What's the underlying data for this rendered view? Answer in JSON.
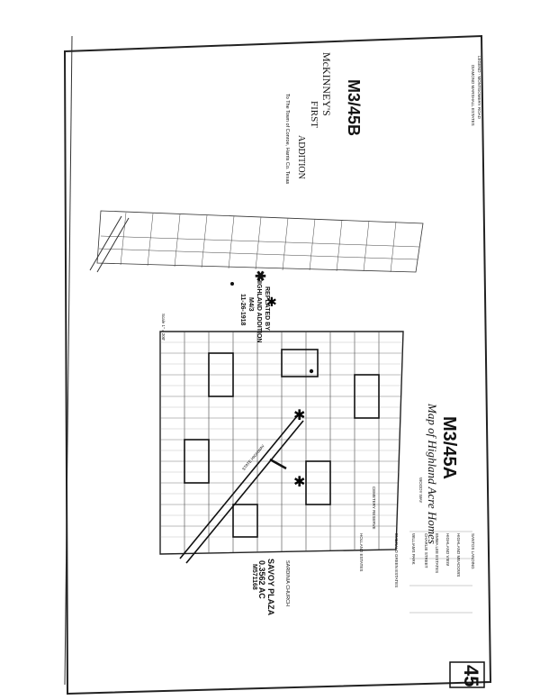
{
  "sheet": {
    "page_number": "45",
    "plat_upper_id": "M3/45B",
    "plat_upper_title_line1": "McKINNEY'S",
    "plat_upper_title_line2": "FIRST",
    "plat_upper_title_line3": "ADDITION",
    "plat_upper_subtitle": "To The Town of Conroe, Harris Co. Texas",
    "plat_lower_id": "M3/45A",
    "plat_lower_title": "Map of Highland Acre Homes",
    "replat_star": "✱",
    "replat_line1": "REPLATED BY",
    "replat_line2": "HIGHLAND ADDITION",
    "replat_line3": "M4/3",
    "replat_line4": "11-26-1918",
    "savoy_line1": "SAVOY PLAZA",
    "savoy_line2": "0.3562 AC",
    "savoy_line3": "M571168",
    "church_label": "SARDINIA CHURCH",
    "highway_label": "STATE HIGHWAY",
    "scale_label": "Scale 1\" = 200'"
  },
  "legend_entries": [
    "LEGEND - MONTGOMERY ROAD",
    "DIAMOND MARSHALL ESTATES",
    "SANTOS LANDING",
    "HIGHLAND MEADOWS",
    "EMMA LEE ESTATES",
    "CHARLIE STREET",
    "WILLIAMS PARK",
    "HIGHLAND VIEW",
    "WOODY WAY",
    "HOLLAND ESTATES",
    "CEMETERY RESERVE",
    "EMERALD GREEN ESTATES"
  ],
  "colors": {
    "paper": "#ffffff",
    "ink": "#111111",
    "border": "#222222"
  }
}
